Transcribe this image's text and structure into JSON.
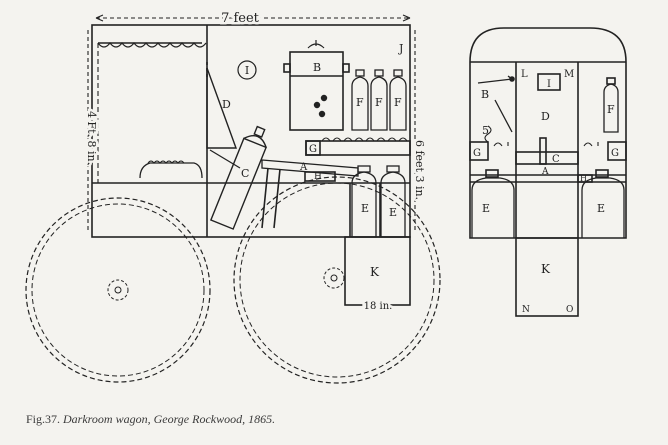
{
  "dimensions": {
    "top_width": "7 feet",
    "left_height": "4 Ft. 8 in.",
    "right_height": "6 feet 3 in.",
    "door_width": "18 in."
  },
  "labels": {
    "side": {
      "A": "A",
      "B": "B",
      "C": "C",
      "D": "D",
      "E1": "E",
      "E2": "E",
      "F1": "F",
      "F2": "F",
      "F3": "F",
      "G": "G",
      "H": "H",
      "I": "I",
      "J": "J",
      "K": "K"
    },
    "end": {
      "A": "A",
      "B": "B",
      "C": "C",
      "D": "D",
      "E1": "E",
      "E2": "E",
      "F": "F",
      "G1": "G",
      "G2": "G",
      "H": "H",
      "I": "I",
      "K": "K",
      "L": "L",
      "M": "M",
      "N": "N",
      "O": "O",
      "five": "5"
    }
  },
  "caption": {
    "prefix": "Fig.37.",
    "title": "Darkroom wagon, George Rockwood,",
    "year": "1865."
  },
  "colors": {
    "ink": "#222222",
    "paper": "#f4f3ef",
    "caption": "#3a3a3a"
  }
}
